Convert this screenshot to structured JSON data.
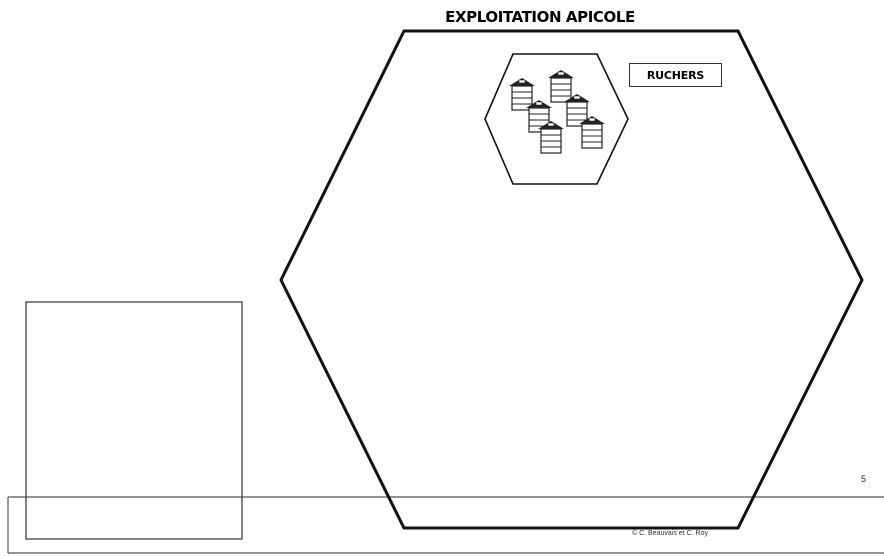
{
  "title": "EXPLOITATION APICOLE",
  "inner_label": "RUCHERS",
  "page_number": "5",
  "copyright": "© C. Beauvais et C. Roy",
  "icons": {
    "apiary": "beehive-cluster-icon"
  },
  "colors": {
    "stroke": "#1a1a1a",
    "background": "#ffffff"
  }
}
